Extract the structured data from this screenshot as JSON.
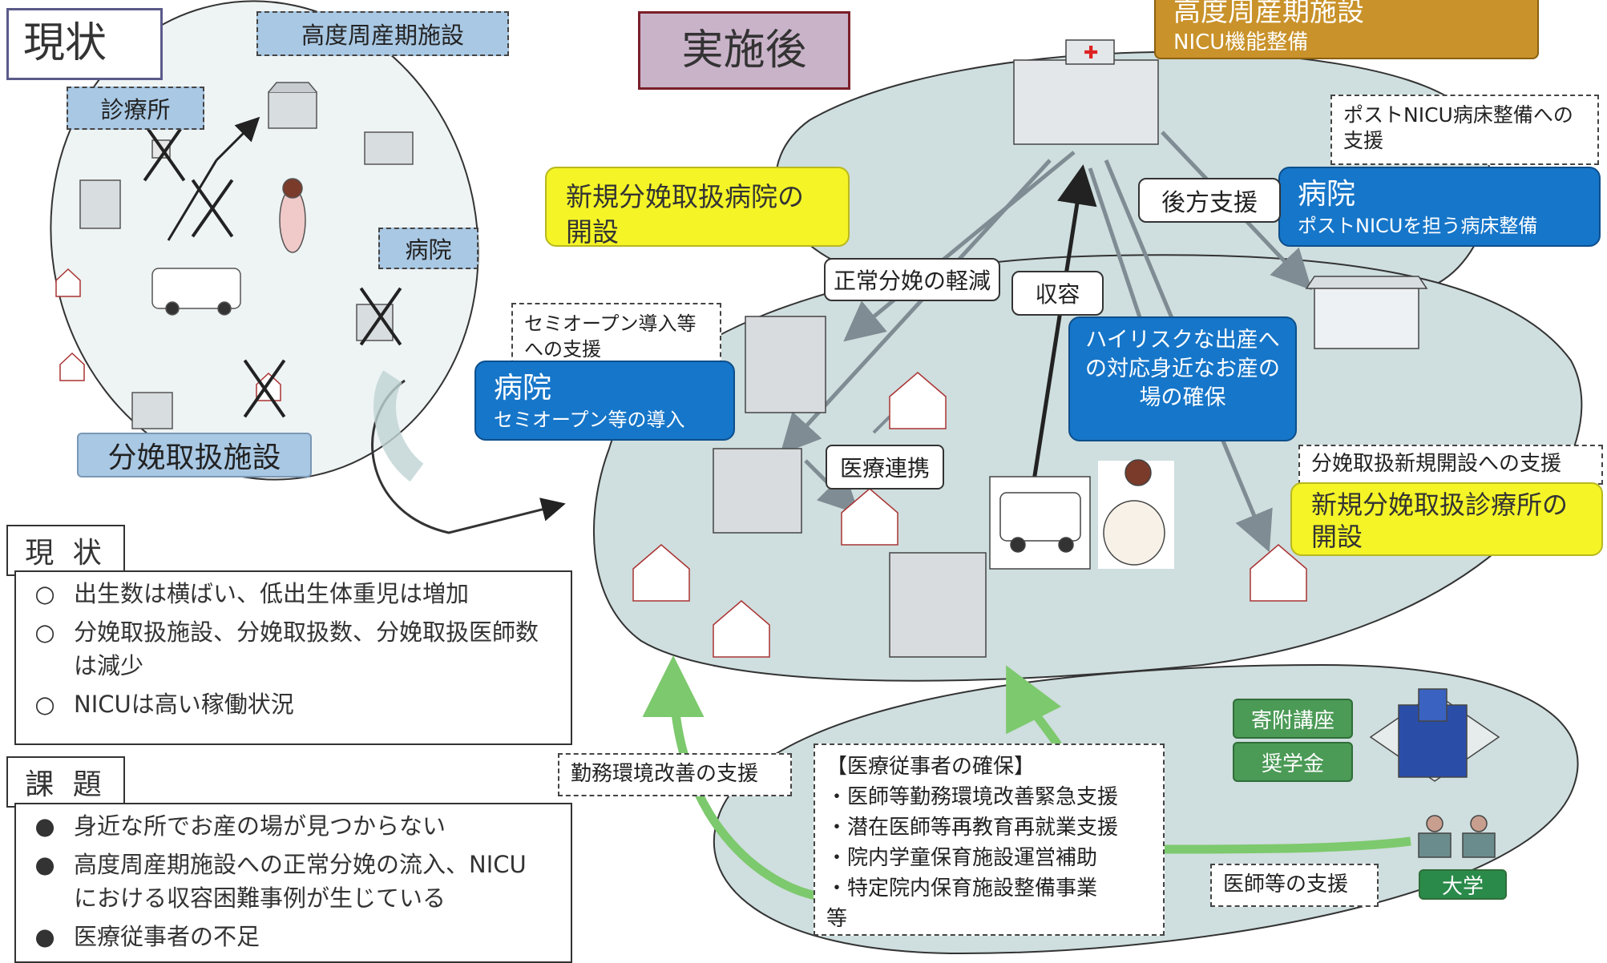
{
  "colors": {
    "region_fill": "#cfdede",
    "tag_blue": "#a9c8e4",
    "bubble_blue": "#1676c9",
    "bubble_yellow": "#f4f427",
    "bubble_orange": "#c9922a",
    "green_box": "#4b9a56",
    "arrow_gray": "#7f8c93",
    "arrow_green": "#7dc96e"
  },
  "current_panel": {
    "title": "現状",
    "tag_high_perinatal": "高度周産期施設",
    "tag_clinic": "診療所",
    "tag_hospital": "病院",
    "tag_delivery_facility": "分娩取扱施設"
  },
  "after_panel": {
    "title": "実施後",
    "nicu_bubble": {
      "title": "高度周産期施設",
      "subtitle": "NICU機能整備"
    },
    "post_nicu_support": "ポストNICU病床整備への支援",
    "post_nicu_hospital": {
      "title": "病院",
      "subtitle": "ポストNICUを担う病床整備"
    },
    "backup_support": "後方支援",
    "new_hospital": "新規分娩取扱病院の開設",
    "normal_delivery_reduction": "正常分娩の軽減",
    "admission": "収容",
    "semi_open_support": "セミオープン導入等への支援",
    "semi_open_hospital": {
      "title": "病院",
      "subtitle": "セミオープン等の導入"
    },
    "high_risk": "ハイリスクな出産への対応身近なお産の場の確保",
    "medical_cooperation": "医療連携",
    "new_clinic_support": "分娩取扱新規開設への支援",
    "new_clinic": "新規分娩取扱診療所の開設",
    "work_env_support": "勤務環境改善の支援",
    "secure_staff": {
      "heading": "【医療従事者の確保】",
      "items": [
        "・医師等勤務環境改善緊急支援",
        "・潜在医師等再教育再就業支援",
        "・院内学童保育施設運営補助",
        "・特定院内保育施設整備事業",
        "等"
      ]
    },
    "endowed_chair": "寄附講座",
    "scholarship": "奨学金",
    "doctor_support": "医師等の支援",
    "university": "大学"
  },
  "status_section": {
    "header": "現 状",
    "items": [
      {
        "marker": "○",
        "text": "出生数は横ばい、低出生体重児は増加"
      },
      {
        "marker": "○",
        "text": "分娩取扱施設、分娩取扱数、分娩取扱医師数は減少"
      },
      {
        "marker": "○",
        "text": "NICUは高い稼働状況"
      }
    ]
  },
  "issues_section": {
    "header": "課 題",
    "items": [
      {
        "marker": "●",
        "text": "身近な所でお産の場が見つからない"
      },
      {
        "marker": "●",
        "text": "高度周産期施設への正常分娩の流入、NICUにおける収容困難事例が生じている"
      },
      {
        "marker": "●",
        "text": "医療従事者の不足"
      }
    ]
  }
}
